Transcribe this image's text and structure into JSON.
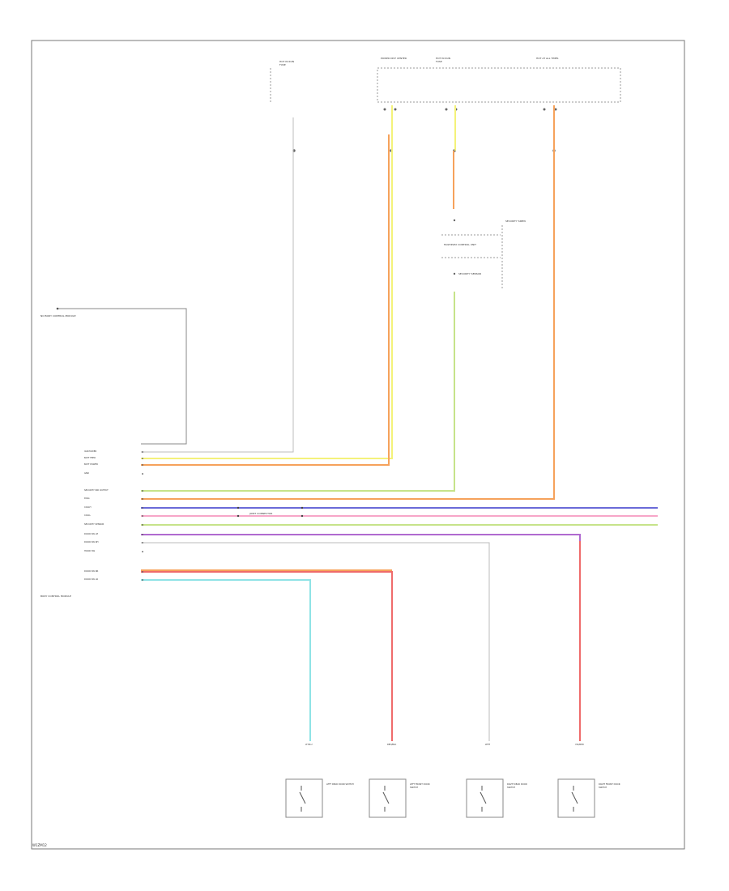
{
  "diagram": {
    "footer_code": "W1ZM12",
    "wire_colors": {
      "yellow": "#f4f27a",
      "orange": "#f6a25b",
      "green": "#c6e38a",
      "blue": "#6a6ad8",
      "pink": "#f7a6c8",
      "violet": "#b06ad0",
      "red": "#ef6b6b",
      "cyan": "#8fe3e6",
      "gray": "#bdbdbd",
      "frame": "#777777"
    },
    "top_labels": {
      "hot_run_left": "HOT IN RUN",
      "hot_run_left_sub": "FUSE",
      "power_dist": "POWER DIST CENTER",
      "hot_run_mid": "HOT IN RUN",
      "hot_run_mid_sub": "FUSE",
      "hot_all_times": "HOT AT ALL TIMES"
    },
    "security_unit_label": "SECURITY SIREN",
    "multiplex_module_label": "MULTIPLEX CONTROL UNIT",
    "sensor_label": "SECURITY SENSOR",
    "left_module_label": "NO BODY CONTROL MODULE",
    "connector_block_label": "JOINT CONNECTOR",
    "module_pins": [
      "IGN POWER",
      "BATT FEED",
      "BATT POWER",
      "GND",
      "SECURITY IND OUTPUT",
      "DIAG",
      "CAN-H",
      "CAN-L",
      "SECURITY SENSOR",
      "DOOR SW LH",
      "DOOR SW RH",
      "HOOD SW",
      "DOOR SW RR",
      "DOOR SW LR"
    ],
    "bottom_module_label": "BODY CONTROL MODULE",
    "switches": [
      {
        "name": "LEFT REAR DOOR SWITCH",
        "wire": "LT BLU"
      },
      {
        "name": "LEFT FRONT DOOR SWITCH",
        "wire": "RED/BLK"
      },
      {
        "name": "RIGHT REAR DOOR SWITCH",
        "wire": "WHT"
      },
      {
        "name": "RIGHT FRONT DOOR SWITCH",
        "wire": "VIO/RED"
      }
    ]
  }
}
